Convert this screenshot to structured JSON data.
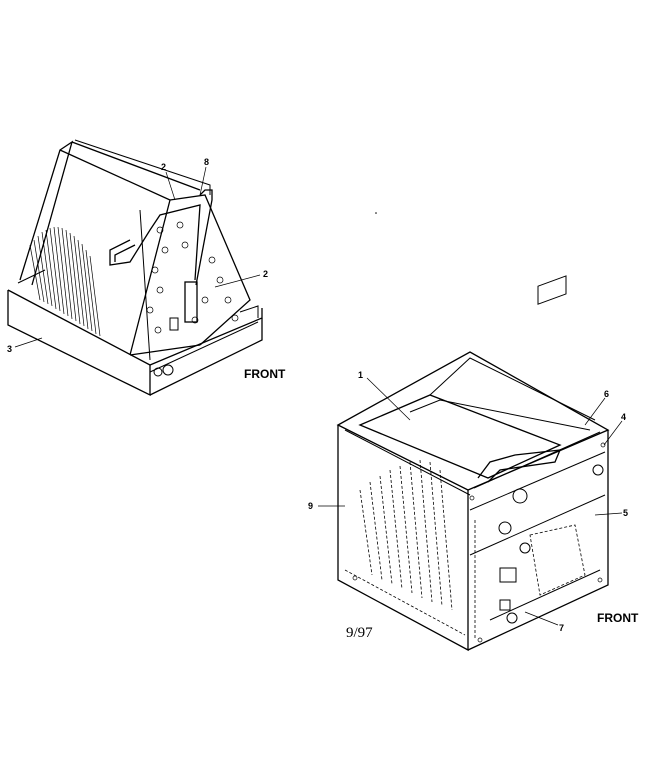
{
  "labels": {
    "coil_top_2": "2",
    "coil_8": "8",
    "coil_right_2": "2",
    "coil_3": "3",
    "cab_1": "1",
    "cab_6": "6",
    "cab_4": "4",
    "cab_9": "9",
    "cab_5": "5",
    "cab_7": "7"
  },
  "front_label_coil": "FRONT",
  "front_label_cabinet": "FRONT",
  "date_code": "9/97"
}
